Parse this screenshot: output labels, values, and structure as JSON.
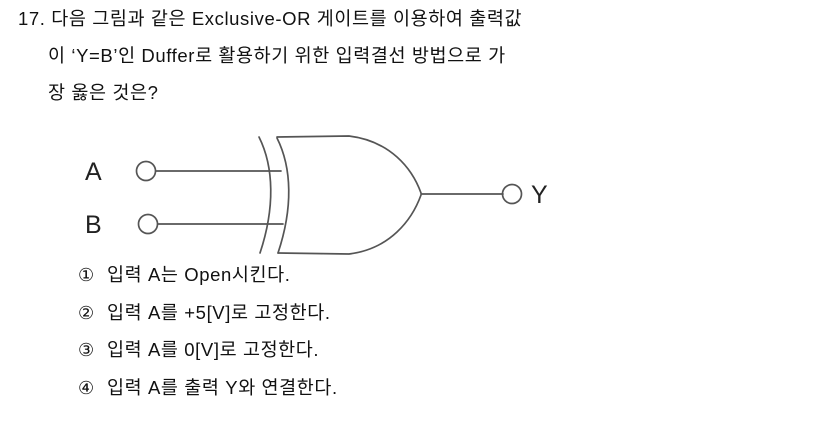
{
  "document": {
    "type": "exam-question",
    "background_color": "#ffffff",
    "text_color": "#111111"
  },
  "question": {
    "number": "17.",
    "lines": [
      "17. 다음 그림과 같은 Exclusive-OR 게이트를 이용하여 출력값",
      "이 ‘Y=B’인 Duffer로 활용하기 위한 입력결선 방법으로 가",
      "장 옳은 것은?"
    ],
    "full_text": "17. 다음 그림과 같은 Exclusive-OR 게이트를 이용하여 출력값이 ‘Y=B’인 Duffer로 활용하기 위한 입력결선 방법으로 가장 옳은 것은?"
  },
  "figure": {
    "name": "exclusive-or-gate-diagram",
    "gate_type": "Exclusive-OR",
    "stroke_color": "#555555",
    "labels": {
      "input_a": "A",
      "input_b": "B",
      "output": "Y"
    }
  },
  "choices": [
    {
      "marker": "①",
      "text": "입력 A는 Open시킨다."
    },
    {
      "marker": "②",
      "text": "입력 A를 +5[V]로 고정한다."
    },
    {
      "marker": "③",
      "text": "입력 A를 0[V]로 고정한다."
    },
    {
      "marker": "④",
      "text": "입력 A를 출력 Y와 연결한다."
    }
  ]
}
